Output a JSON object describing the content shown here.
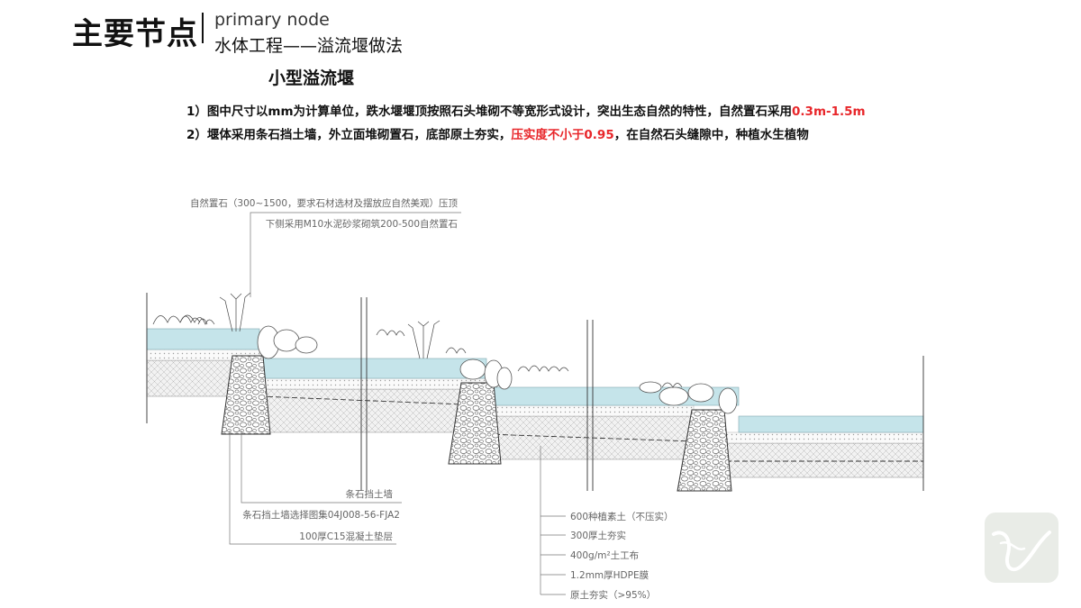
{
  "header": {
    "title_cn": "主要节点",
    "title_en": "primary node",
    "subtitle": "水体工程——溢流堰做法"
  },
  "diagram_title": "小型溢流堰",
  "notes": [
    {
      "prefix": "1）图中尺寸以mm为计算单位，跌水堰堰顶按照石头堆砌不等宽形式设计，突出生态自然的特性，自然置石采用",
      "highlight": "0.3m-1.5m",
      "suffix": ""
    },
    {
      "prefix": "2）堰体采用条石挡土墙，外立面堆砌置石，底部原土夯实，",
      "highlight": "压实度不小于0.95",
      "suffix": "，在自然石头缝隙中，种植水生植物"
    }
  ],
  "callouts": {
    "top": [
      "自然置石（300~1500，要求石材选材及摆放应自然美观）压顶",
      "下侧采用M10水泥砂浆砌筑200-500自然置石"
    ],
    "wall": [
      "条石挡土墙",
      "条石挡土墙选择图集04J008-56-FJA2",
      "100厚C15混凝土垫层"
    ],
    "layers": [
      "600种植素土（不压实）",
      "300厚土夯实",
      "400g/m²土工布",
      "1.2mm厚HDPE膜",
      "原土夯实（>95%）"
    ]
  },
  "colors": {
    "water": "#c5e4ea",
    "highlight": "#e8262a",
    "line": "#444444",
    "label": "#666666"
  }
}
